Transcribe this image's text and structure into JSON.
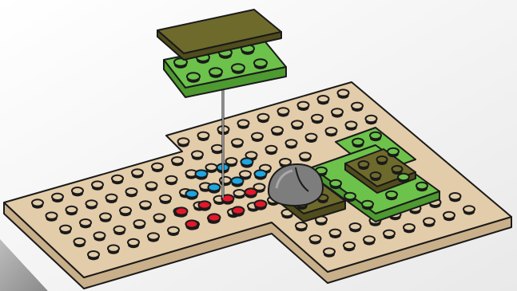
{
  "colors": {
    "background": "#f4f4f4",
    "baseplate": "#e3cca9",
    "baseplate_side": "#c9b08a",
    "green": "#6cc24a",
    "green_side": "#4d9a31",
    "olive": "#6e6a2c",
    "olive_side": "#504c1c",
    "blue": "#1ea6e0",
    "red": "#e3182a",
    "rock": "#7d7d7d",
    "rock_dark": "#555555",
    "outline": "#1a1a1a",
    "corner": "#9a9a9a"
  },
  "parts": {
    "baseplate": "tan-baseplate",
    "blue_studs": "blue-round-tiles",
    "red_studs": "red-round-tiles",
    "loose_tile": "olive-tile",
    "loose_plate": "green-plate",
    "rock": "grey-dome-brick",
    "connector": "vertical-guide-line"
  }
}
